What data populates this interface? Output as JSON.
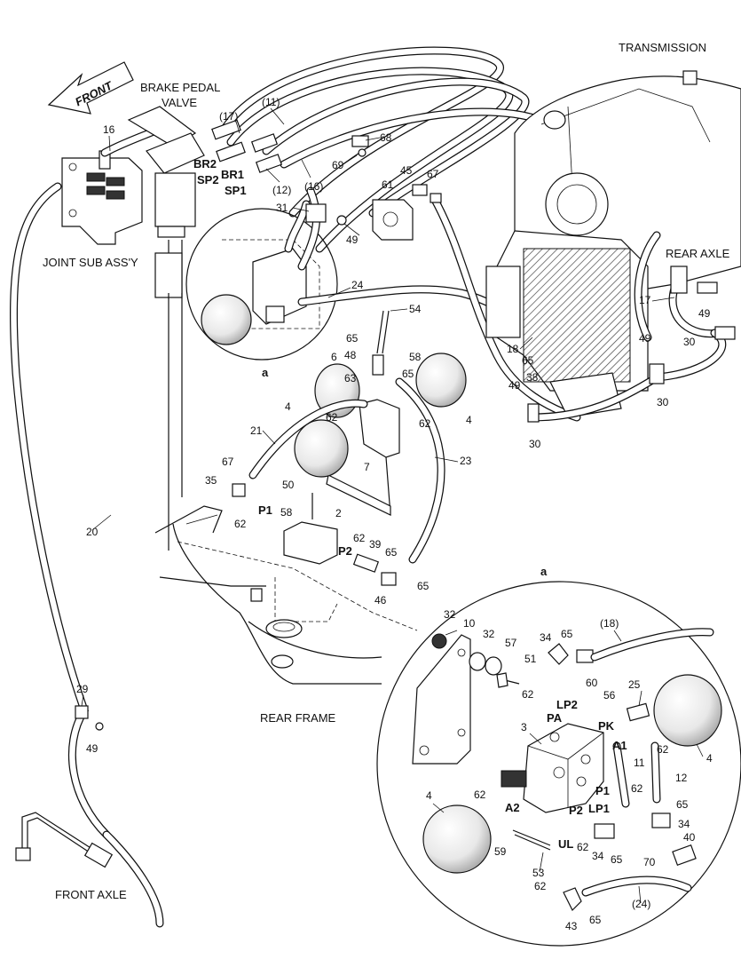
{
  "labels": {
    "front": "FRONT",
    "brake_valve_line1": "BRAKE PEDAL",
    "brake_valve_line2": "VALVE",
    "transmission": "TRANSMISSION",
    "rear_axle": "REAR AXLE",
    "joint": "JOINT SUB ASS'Y",
    "rear_frame": "REAR FRAME",
    "front_axle": "FRONT AXLE",
    "detail_a": "a",
    "detail_a2": "a"
  },
  "ports": {
    "br2": "BR2",
    "br1": "BR1",
    "sp2": "SP2",
    "sp1": "SP1",
    "p1": "P1",
    "p2": "P2",
    "pa": "PA",
    "lp2": "LP2",
    "pk": "PK",
    "a1": "A1",
    "a2": "A2",
    "p1b": "P1",
    "lp1": "LP1",
    "p2b": "P2",
    "ul": "UL"
  },
  "parts": {
    "n16": "16",
    "n17p": "(17)",
    "n11p": "(11)",
    "n12p": "(12)",
    "n16p": "(16)",
    "n68": "68",
    "n69": "69",
    "n45": "45",
    "n67a": "67",
    "n61": "61",
    "n31": "31",
    "n49a": "49",
    "n24": "24",
    "n54": "54",
    "n65a": "65",
    "n48": "48",
    "n58a": "58",
    "n63": "63",
    "n65b": "65",
    "n6": "6",
    "n4a": "4",
    "n4b": "4",
    "n62a": "62",
    "n62b": "62",
    "n21": "21",
    "n7": "7",
    "n23": "23",
    "n67b": "67",
    "n35": "35",
    "n50": "50",
    "n62c": "62",
    "n58b": "58",
    "n2": "2",
    "n62d": "62",
    "n39": "39",
    "n65c": "65",
    "n65d": "65",
    "n46": "46",
    "n20": "20",
    "n29": "29",
    "n49b": "49",
    "n17": "17",
    "n49c": "49",
    "n30a": "30",
    "n18": "18",
    "n65e": "65",
    "n38": "38",
    "n49d": "49",
    "n49e": "49",
    "n30b": "30",
    "n30c": "30",
    "d32a": "32",
    "d10": "10",
    "d32b": "32",
    "d57": "57",
    "d51": "51",
    "d34a": "34",
    "d65a": "65",
    "d18p": "(18)",
    "d62a": "62",
    "d60": "60",
    "d56": "56",
    "d25": "25",
    "d3": "3",
    "d11": "11",
    "d62b": "62",
    "d12": "12",
    "d4a": "4",
    "d4b": "4",
    "d62c": "62",
    "d65b": "65",
    "d34b": "34",
    "d59": "59",
    "d62d": "62",
    "d34c": "34",
    "d65c": "65",
    "d62e": "62",
    "d70": "70",
    "d40": "40",
    "d53": "53",
    "d62f": "62",
    "d43": "43",
    "d65d": "65",
    "d24p": "(24)"
  }
}
